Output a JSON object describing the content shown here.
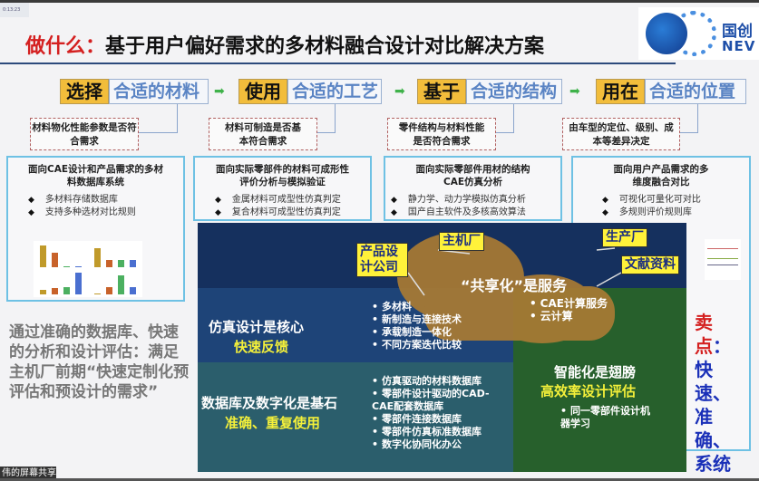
{
  "window": {
    "timer": "0:13:23",
    "share_label": "伟的屏幕共享"
  },
  "title": {
    "prefix": "做什么：",
    "main": "基于用户偏好需求的多材料融合设计对比解决方案"
  },
  "logo": {
    "cn": "国创",
    "en": "NEV"
  },
  "steps": [
    {
      "verb": "选择",
      "object": "合适的材料",
      "note": "材料物化性能参数是否符合需求"
    },
    {
      "verb": "使用",
      "object": "合适的工艺",
      "note": "材料可制造是否基本符合需求"
    },
    {
      "verb": "基于",
      "object": "合适的结构",
      "note": "零件结构与材料性能是否符合需求"
    },
    {
      "verb": "用在",
      "object": "合适的位置",
      "note": "由车型的定位、级别、成本等差异决定"
    }
  ],
  "panels": [
    {
      "title": "面向CAE设计和产品需求的多材料数据库系统",
      "items": [
        "多材料存储数据库",
        "支持多种选材对比规则"
      ]
    },
    {
      "title": "面向实际零部件的材料可成形性评价分析与模拟验证",
      "items": [
        "金属材料可成型性仿真判定",
        "复合材料可成型性仿真判定"
      ]
    },
    {
      "title": "面向实际零部件用材的结构CAE仿真分析",
      "items": [
        "静力学、动力学模拟仿真分析",
        "国产自主软件及多核高效算法"
      ]
    },
    {
      "title": "面向用户产品需求的多维度融合对比",
      "items": [
        "可视化可量化可对比",
        "多规则评价规则库"
      ]
    }
  ],
  "mini_chart": {
    "values": [
      [
        9,
        6,
        0.5,
        0.2
      ],
      [
        8,
        3,
        3,
        3
      ],
      [
        2,
        2.5,
        3,
        9
      ],
      [
        0.5,
        3,
        8,
        3
      ]
    ],
    "colors": [
      "#c09a2a",
      "#c8622a",
      "#4cb060",
      "#4a6fd0"
    ]
  },
  "diagram": {
    "tags": [
      "产品设计公司",
      "主机厂",
      "生产厂",
      "文献资料"
    ],
    "cloud_title": "“共享化”是服务",
    "cloud_items": [
      "CAE计算服务",
      "云计算"
    ],
    "sim": {
      "title": "仿真设计是核心",
      "sub": "快速反馈",
      "items": [
        "多材料",
        "新制造与连接技术",
        "承载制造一体化",
        "不同方案迭代比较"
      ]
    },
    "db": {
      "title": "数据库及数字化是基石",
      "sub": "准确、重复使用",
      "items": [
        "仿真驱动的材料数据库",
        "零部件设计驱动的CAD-CAE配套数据库",
        "零部件连接数据库",
        "零部件仿真标准数据库",
        "数字化协同化办公"
      ]
    },
    "ai": {
      "title": "智能化是翅膀",
      "sub": "高效率设计评估",
      "items": [
        "同一零部件设计机器学习"
      ]
    }
  },
  "left_note": "通过准确的数据库、快速的分析和设计评估：满足主机厂前期“快速定制化预评估和预设计的需求”",
  "selling": {
    "label": "卖点",
    "points": "：快速、准确、系统"
  }
}
